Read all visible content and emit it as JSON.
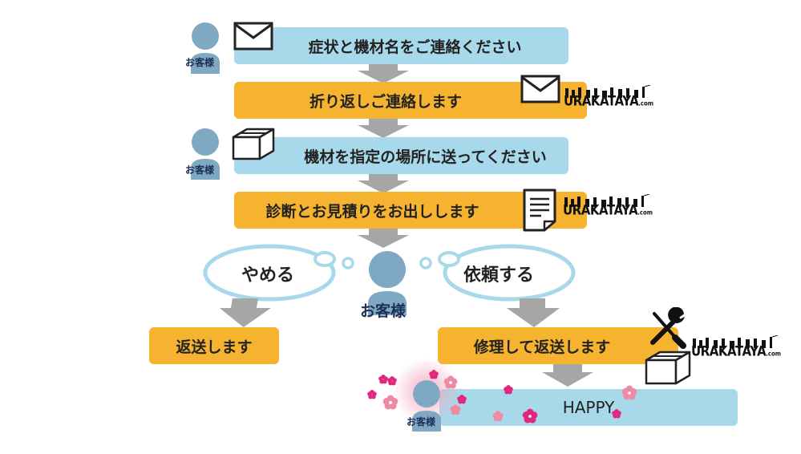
{
  "steps": {
    "s1": "症状と機材名をご連絡ください",
    "s2": "折り返しご連絡します",
    "s3": "機材を指定の場所に送ってください",
    "s4": "診断とお見積りをお出しします",
    "cancel_box": "返送します",
    "repair_box": "修理して返送します",
    "happy": "HAPPY"
  },
  "bubbles": {
    "cancel": "やめる",
    "request": "依頼する"
  },
  "customer_label": "お客様",
  "logo_text": "URAKATAYA",
  "logo_suffix": ".com",
  "colors": {
    "blue_bar": "#a8d9ea",
    "orange_bar": "#f5b32f",
    "person": "#7fa9c3",
    "arrow": "#a6a6a6",
    "flower_pink": "#ef8aa5",
    "flower_magenta": "#e2277e"
  }
}
